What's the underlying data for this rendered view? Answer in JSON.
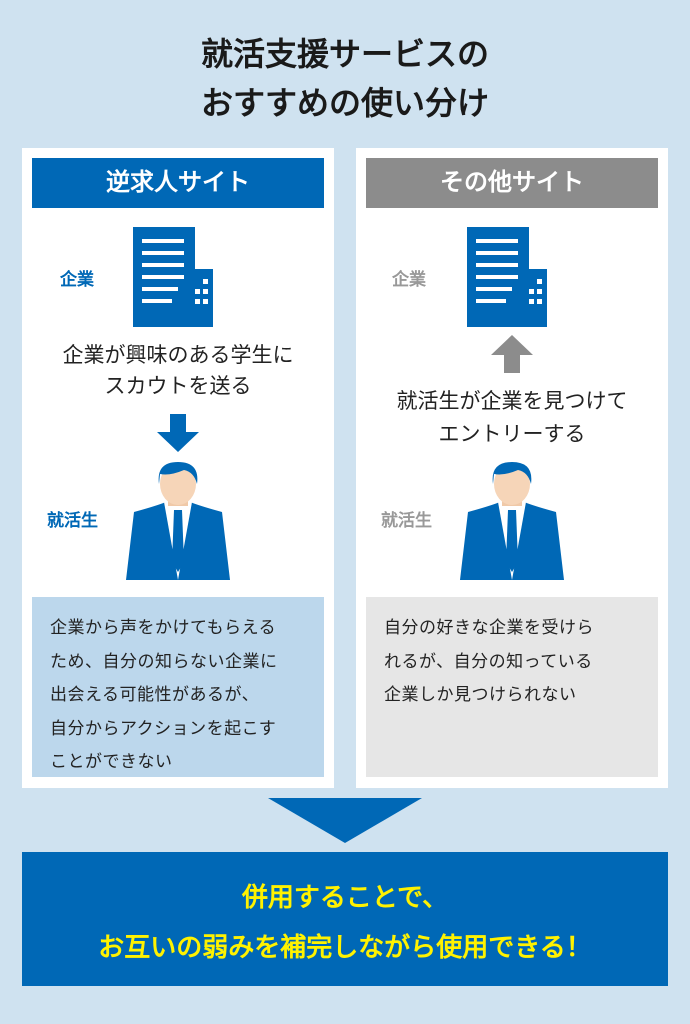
{
  "title": [
    "就活支援サービスの",
    "おすすめの使い分け"
  ],
  "colors": {
    "background": "#cfe2f0",
    "blue": "#0068b6",
    "gray": "#8c8c8c",
    "yellow": "#fff200",
    "light_blue_box": "#bcd7ec",
    "gray_box": "#e6e6e6"
  },
  "left": {
    "header": "逆求人サイト",
    "company_label": "企業",
    "student_label": "就活生",
    "arrow": "down",
    "message": [
      "企業が興味のある学生に",
      "スカウトを送る"
    ],
    "description": [
      "企業から声をかけてもらえる",
      "ため、自分の知らない企業に",
      "出会える可能性があるが、",
      "自分からアクションを起こす",
      "ことができない"
    ]
  },
  "right": {
    "header": "その他サイト",
    "company_label": "企業",
    "student_label": "就活生",
    "arrow": "up",
    "message": [
      "就活生が企業を見つけて",
      "エントリーする"
    ],
    "description": [
      "自分の好きな企業を受けら",
      "れるが、自分の知っている",
      "企業しか見つけられない"
    ]
  },
  "conclusion": [
    "併用することで、",
    "お互いの弱みを補完しながら使用できる！"
  ]
}
